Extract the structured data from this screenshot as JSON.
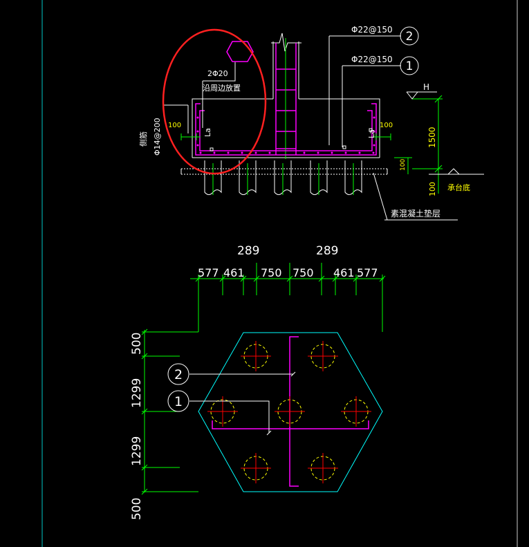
{
  "section": {
    "callout_rebar_2": "Φ22@150",
    "callout_rebar_1": "Φ22@150",
    "marker_1": "1",
    "marker_2": "2",
    "bar_label": "2Φ20",
    "bar_note": "沿周边放置",
    "side_bar_a": "侧筋",
    "side_bar_b": "Φ14@200",
    "dim_100_left": "100",
    "dim_100_right": "100",
    "la_left": "La",
    "la_right": "La",
    "level_h": "H",
    "dim_1500": "1500",
    "dim_100_bottom": "100",
    "dim_small": "100",
    "cap_bottom": "承台底",
    "cushion_label": "素混凝土垫层"
  },
  "plan": {
    "dim_top_289_a": "289",
    "dim_top_289_b": "289",
    "dim_577_a": "577",
    "dim_461_a": "461",
    "dim_750_a": "750",
    "dim_750_b": "750",
    "dim_461_b": "461",
    "dim_577_b": "577",
    "dim_500_top": "500",
    "dim_1299_a": "1299",
    "dim_1299_b": "1299",
    "dim_500_bottom": "500",
    "marker_2": "2",
    "marker_1": "1"
  },
  "colors": {
    "background": "#000000",
    "rebar": "#ff00ff",
    "dimension": "#00ff00",
    "pile_outline": "#00ffff",
    "pile_circle": "#ffff00",
    "pile_cross": "#ff0000",
    "highlight_circle": "#ff2020",
    "text": "#ffffff"
  }
}
